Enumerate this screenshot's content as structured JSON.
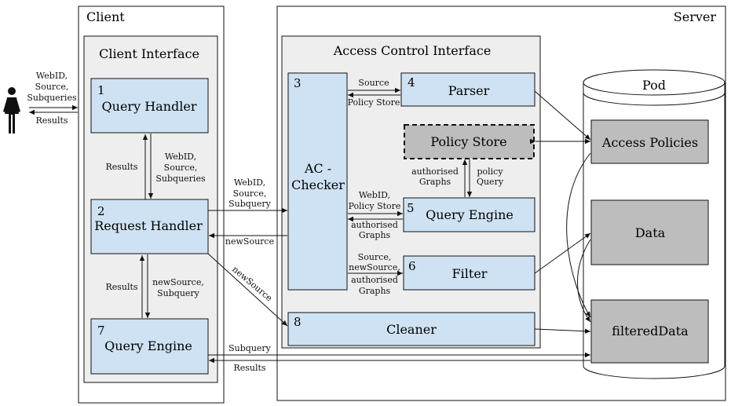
{
  "client": {
    "title": "Client",
    "interface_title": "Client Interface",
    "query_handler": {
      "num": "1",
      "label": "Query Handler"
    },
    "request_handler": {
      "num": "2",
      "label": "Request Handler"
    },
    "query_engine": {
      "num": "7",
      "label": "Query Engine"
    }
  },
  "server": {
    "title": "Server",
    "aci_title": "Access Control Interface",
    "ac_checker": {
      "num": "3",
      "line1": "AC -",
      "line2": "Checker"
    },
    "parser": {
      "num": "4",
      "label": "Parser"
    },
    "policy_store": {
      "label": "Policy Store"
    },
    "query_engine": {
      "num": "5",
      "label": "Query Engine"
    },
    "filter": {
      "num": "6",
      "label": "Filter"
    },
    "cleaner": {
      "num": "8",
      "label": "Cleaner"
    },
    "pod": {
      "title": "Pod",
      "access_policies": "Access Policies",
      "data": "Data",
      "filtered_data": "filteredData"
    }
  },
  "edges": {
    "user_webid": "WebID,",
    "user_source": "Source,",
    "user_subqueries": "Subqueries",
    "user_results": "Results",
    "qh_results": "Results",
    "qh_webid": "WebID,",
    "qh_source": "Source,",
    "qh_subqueries": "Subqueries",
    "rh_webid": "WebID,",
    "rh_source": "Source,",
    "rh_subquery": "Subquery",
    "rh_newsource": "newSource",
    "rh_newsource_diag": "newSource",
    "qe_results": "Results",
    "qe_newsource": "newSource,",
    "qe_subquery": "Subquery",
    "parser_source": "Source",
    "parser_policy_store": "Policy Store",
    "ps_authorised": "authorised",
    "ps_graphs": "Graphs",
    "ps_policy": "policy",
    "ps_query": "Query",
    "qe5_webid": "WebID,",
    "qe5_policy_store": "Policy Store",
    "qe5_authorised": "authorised",
    "qe5_graphs": "Graphs",
    "f_source": "Source,",
    "f_newsource": "newSource,",
    "f_authorised": "authorised",
    "f_graphs": "Graphs",
    "bottom_subquery": "Subquery",
    "bottom_results": "Results"
  },
  "colors": {
    "blue_box": "#cfe2f3",
    "gray_box": "#bdbdbd",
    "panel": "#eeeeee"
  }
}
